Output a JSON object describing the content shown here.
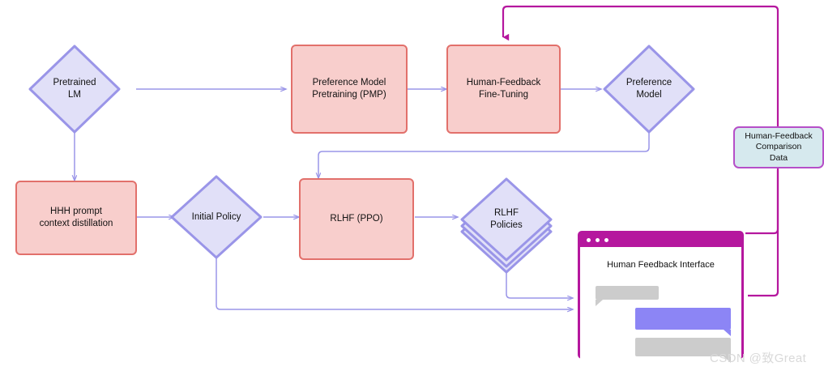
{
  "diagram": {
    "title": "RLHF training pipeline flow diagram",
    "colors": {
      "process_fill": "#f8cecc",
      "process_border": "#e2706b",
      "decision_fill": "#e1e0f8",
      "decision_border": "#9a95e8",
      "datastore_fill": "#d6e9ee",
      "datastore_border": "#b64fc8",
      "arrow_purple": "#9a95e8",
      "arrow_magenta": "#b5179e",
      "bubble_user": "#cccccc",
      "bubble_model": "#8c85f5"
    },
    "nodes": {
      "pretrained_lm": {
        "label_line1": "Pretrained",
        "label_line2": "LM",
        "shape": "diamond"
      },
      "pmp": {
        "label_line1": "Preference Model",
        "label_line2": "Pretraining (PMP)",
        "shape": "process"
      },
      "hf_finetuning": {
        "label_line1": "Human-Feedback",
        "label_line2": "Fine-Tuning",
        "shape": "process"
      },
      "preference_model": {
        "label_line1": "Preference",
        "label_line2": "Model",
        "shape": "diamond"
      },
      "comparison_data": {
        "label_line1": "Human-Feedback",
        "label_line2": "Comparison",
        "label_line3": "Data",
        "shape": "datastore"
      },
      "hhh_distillation": {
        "label_line1": "HHH prompt",
        "label_line2": "context distillation",
        "shape": "process"
      },
      "initial_policy": {
        "label_line1": "Initial Policy",
        "shape": "diamond"
      },
      "rlhf_ppo": {
        "label_line1": "RLHF (PPO)",
        "shape": "process"
      },
      "rlhf_policies": {
        "label_line1": "RLHF",
        "label_line2": "Policies",
        "shape": "stacked-diamond"
      }
    },
    "browser": {
      "title": "Human Feedback Interface",
      "dots": 3,
      "bubbles": [
        {
          "name": "user-message-1",
          "side": "left",
          "color": "#cccccc"
        },
        {
          "name": "model-message",
          "side": "right",
          "color": "#8c85f5"
        },
        {
          "name": "user-message-2",
          "side": "right",
          "color": "#cccccc"
        }
      ]
    },
    "watermark": "CSDN @致Great"
  }
}
